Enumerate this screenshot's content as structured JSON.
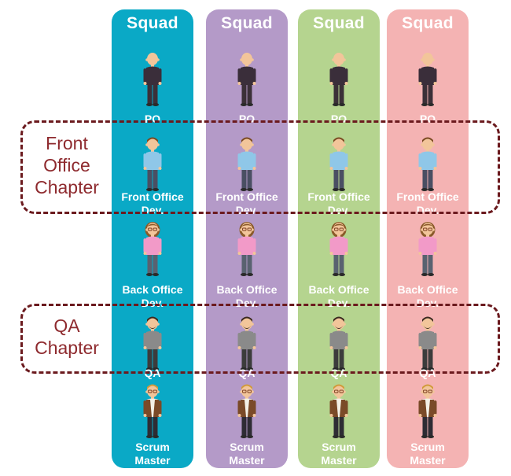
{
  "squads": [
    {
      "title": "Squad",
      "color": "#0aa9c6"
    },
    {
      "title": "Squad",
      "color": "#b49ac8"
    },
    {
      "title": "Squad",
      "color": "#b5d48f"
    },
    {
      "title": "Squad",
      "color": "#f4b3b3"
    }
  ],
  "roles": [
    {
      "key": "po",
      "lines": [
        "PO"
      ],
      "figure": "bald-man"
    },
    {
      "key": "fo",
      "lines": [
        "Front Office",
        "Dev."
      ],
      "figure": "man-blue-shirt"
    },
    {
      "key": "bo",
      "lines": [
        "Back Office",
        "Dev."
      ],
      "figure": "woman-pink-shirt"
    },
    {
      "key": "qa",
      "lines": [
        "QA"
      ],
      "figure": "bearded-man"
    },
    {
      "key": "sm",
      "lines": [
        "Scrum",
        "Master"
      ],
      "figure": "man-brown-jacket"
    }
  ],
  "chapters": [
    {
      "lines": [
        "Front",
        "Office",
        "Chapter"
      ]
    },
    {
      "lines": [
        "QA",
        "Chapter"
      ]
    }
  ],
  "colors": {
    "chapter_border": "#6b1a1e",
    "chapter_text": "#8e2a2e"
  }
}
